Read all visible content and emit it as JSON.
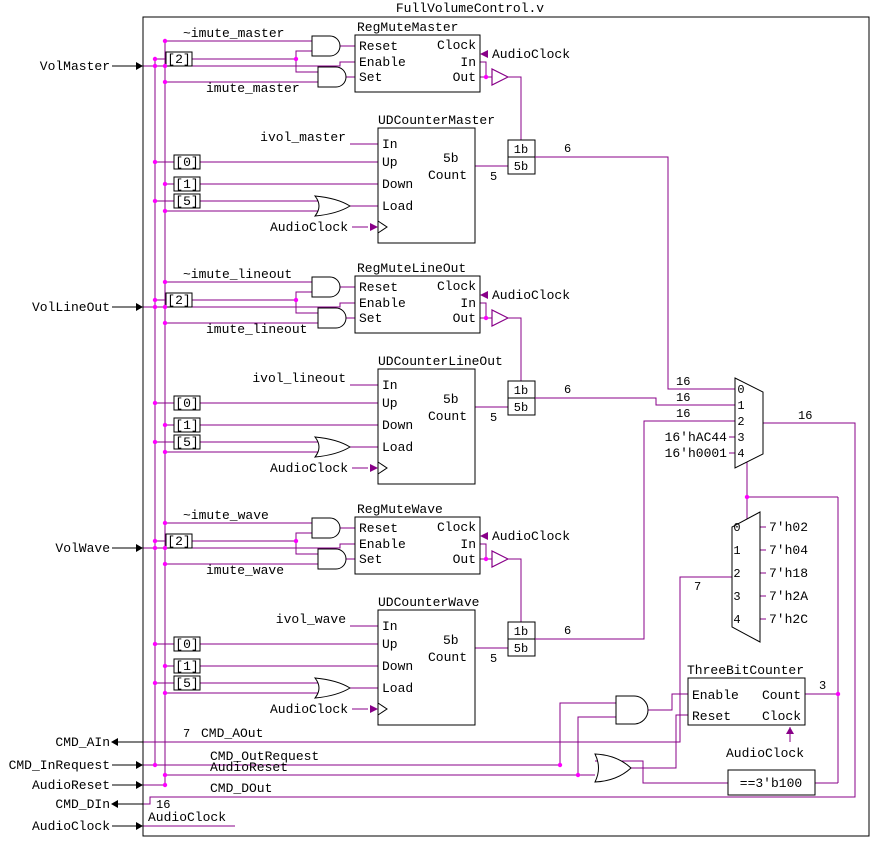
{
  "title": "FullVolumeControl.v",
  "colors": {
    "wire": "#880088",
    "junction": "#FF00FF",
    "outline": "#000000",
    "background": "#FFFFFF"
  },
  "sections": [
    {
      "input": "VolMaster",
      "not_imute": "~imute_master",
      "imute": "imute_master",
      "ivol": "ivol_master",
      "reg_title": "RegMuteMaster",
      "counter_title": "UDCounterMaster"
    },
    {
      "input": "VolLineOut",
      "not_imute": "~imute_lineout",
      "imute": "imute_lineout",
      "ivol": "ivol_lineout",
      "reg_title": "RegMuteLineOut",
      "counter_title": "UDCounterLineOut"
    },
    {
      "input": "VolWave",
      "not_imute": "~imute_wave",
      "imute": "imute_wave",
      "ivol": "ivol_wave",
      "reg_title": "RegMuteWave",
      "counter_title": "UDCounterWave"
    }
  ],
  "reg_ports": {
    "reset": "Reset",
    "enable": "Enable",
    "set": "Set",
    "clock": "Clock",
    "input": "In",
    "output": "Out"
  },
  "counter_ports": {
    "input": "In",
    "up": "Up",
    "down": "Down",
    "load": "Load",
    "width": "5b",
    "count": "Count"
  },
  "bit_taps": {
    "b2": "[2]",
    "b0": "[0]",
    "b1": "[1]",
    "b5": "[5]"
  },
  "widths": {
    "mute": "1b",
    "vol": "5b",
    "bus": "6",
    "count": "5"
  },
  "clock_net": "AudioClock",
  "mux16": {
    "inputs": [
      "0",
      "1",
      "2",
      "3",
      "4"
    ],
    "input_widths": [
      "16",
      "16",
      "16"
    ],
    "const_3": "16'hAC44",
    "const_4": "16'h0001",
    "output_width": "16"
  },
  "mux7": {
    "inputs": [
      "0",
      "1",
      "2",
      "3",
      "4"
    ],
    "consts": [
      "7'h02",
      "7'h04",
      "7'h18",
      "7'h2A",
      "7'h2C"
    ],
    "output_width": "7"
  },
  "counter3": {
    "title": "ThreeBitCounter",
    "enable": "Enable",
    "reset": "Reset",
    "count": "Count",
    "clock": "Clock",
    "output_width": "3"
  },
  "comparator": "==3'b100",
  "external_ports": {
    "cmd_ain": "CMD_AIn",
    "cmd_inrequest": "CMD_InRequest",
    "audioreset": "AudioReset",
    "cmd_din": "CMD_DIn",
    "audioclock": "AudioClock"
  },
  "internal_nets": {
    "cmd_aout": "CMD_AOut",
    "cmd_aout_width": "7",
    "cmd_outrequest": "CMD_OutRequest",
    "audioreset": "AudioReset",
    "cmd_dout": "CMD_DOut",
    "cmd_dout_width": "16",
    "audioclock": "AudioClock"
  }
}
